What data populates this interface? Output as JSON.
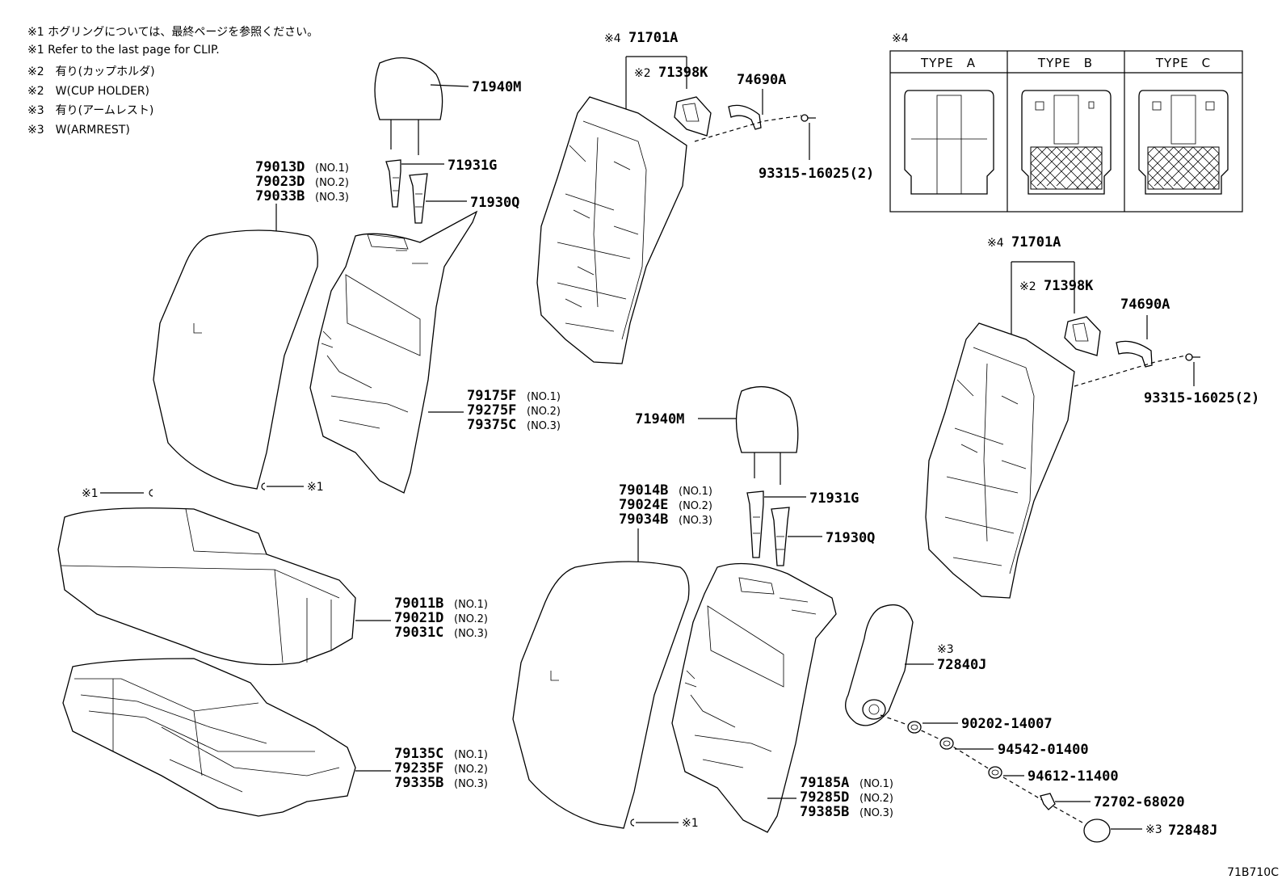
{
  "notes": [
    "※1 ホグリングについては、最終ページを参照ください。",
    "※1 Refer to the last page for CLIP.",
    "※2　有り(カップホルダ)",
    "※2　W(CUP HOLDER)",
    "※3　有り(アームレスト)",
    "※3　W(ARMREST)"
  ],
  "type_table": {
    "caption": "※4",
    "headers": [
      "TYPE　A",
      "TYPE　B",
      "TYPE　C"
    ]
  },
  "labels": {
    "p71701A_1": "71701A",
    "mark4_1": "※4",
    "p71398K_1": "71398K",
    "mark2_1": "※2",
    "p74690A_1": "74690A",
    "p93315_1": "93315-16025(2)",
    "p71940M_1": "71940M",
    "p71931G_1": "71931G",
    "p71930Q_1": "71930Q",
    "p79013D": "79013D",
    "p79013D_n": "(NO.1)",
    "p79023D": "79023D",
    "p79023D_n": "(NO.2)",
    "p79033B": "79033B",
    "p79033B_n": "(NO.3)",
    "p79175F": "79175F",
    "p79175F_n": "(NO.1)",
    "p79275F": "79275F",
    "p79275F_n": "(NO.2)",
    "p79375C": "79375C",
    "p79375C_n": "(NO.3)",
    "clip_a": "※1",
    "clip_b": "※1",
    "clip_c": "※1",
    "p79011B": "79011B",
    "p79011B_n": "(NO.1)",
    "p79021D": "79021D",
    "p79021D_n": "(NO.2)",
    "p79031C": "79031C",
    "p79031C_n": "(NO.3)",
    "p79135C": "79135C",
    "p79135C_n": "(NO.1)",
    "p79235F": "79235F",
    "p79235F_n": "(NO.2)",
    "p79335B": "79335B",
    "p79335B_n": "(NO.3)",
    "p71701A_2": "71701A",
    "mark4_2": "※4",
    "p71398K_2": "71398K",
    "mark2_2": "※2",
    "p74690A_2": "74690A",
    "p93315_2": "93315-16025(2)",
    "p71940M_2": "71940M",
    "p71931G_2": "71931G",
    "p71930Q_2": "71930Q",
    "p79014B": "79014B",
    "p79014B_n": "(NO.1)",
    "p79024E": "79024E",
    "p79024E_n": "(NO.2)",
    "p79034B": "79034B",
    "p79034B_n": "(NO.3)",
    "p79185A": "79185A",
    "p79185A_n": "(NO.1)",
    "p79285D": "79285D",
    "p79285D_n": "(NO.2)",
    "p79385B": "79385B",
    "p79385B_n": "(NO.3)",
    "mark3_a": "※3",
    "p72840J": "72840J",
    "p90202": "90202-14007",
    "p94542": "94542-01400",
    "p94612": "94612-11400",
    "p72702": "72702-68020",
    "mark3_b": "※3",
    "p72848J": "72848J",
    "diagram_id": "71B710C"
  }
}
